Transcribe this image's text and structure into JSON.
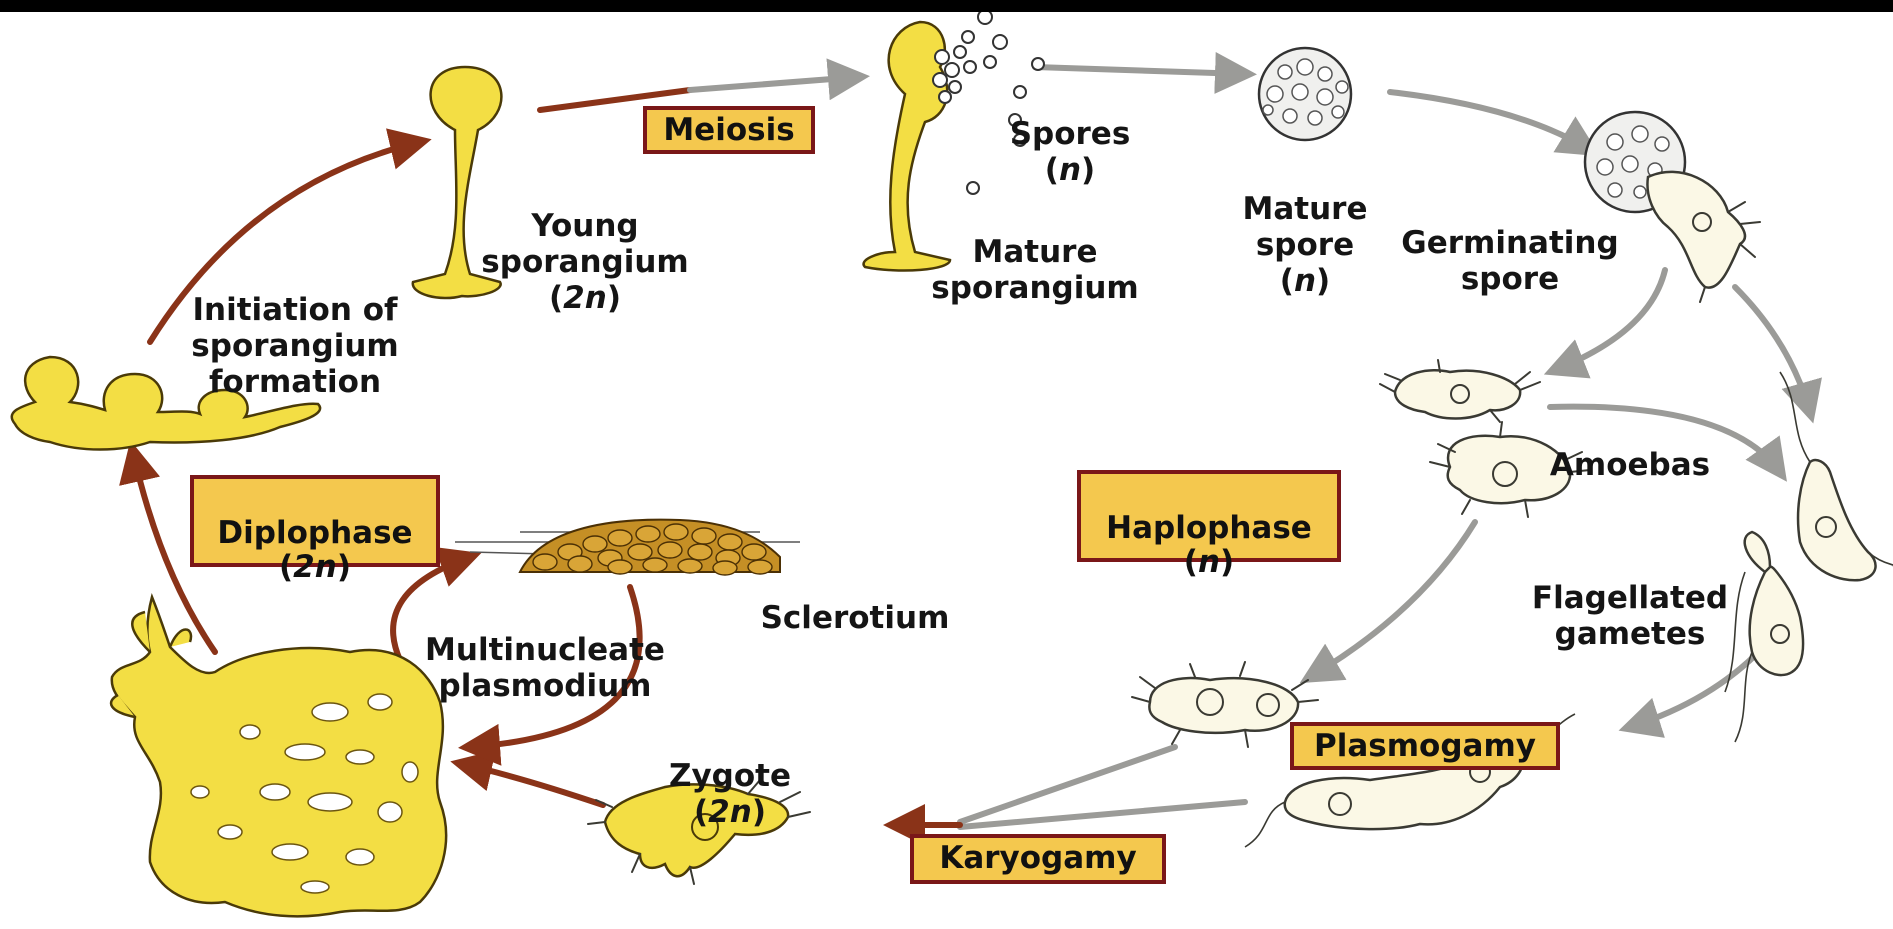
{
  "labels": {
    "spores": "Spores",
    "spores_ploidy": "n",
    "mature_spore": "Mature\nspore",
    "mature_spore_ploidy": "n",
    "germinating_spore": "Germinating\nspore",
    "young_sporangium": "Young\nsporangium",
    "young_sporangium_ploidy": "2n",
    "mature_sporangium": "Mature\nsporangium",
    "initiation": "Initiation of\nsporangium\nformation",
    "amoebas": "Amoebas",
    "flagellated_gametes": "Flagellated\ngametes",
    "sclerotium": "Sclerotium",
    "multinucleate_plasmodium": "Multinucleate\nplasmodium",
    "zygote": "Zygote",
    "zygote_ploidy": "2n"
  },
  "boxes": {
    "meiosis": "Meiosis",
    "diplophase": "Diplophase",
    "diplophase_ploidy": "2n",
    "haplophase": "Haplophase",
    "haplophase_ploidy": "n",
    "plasmogamy": "Plasmogamy",
    "karyogamy": "Karyogamy"
  },
  "colors": {
    "diploid_arrow": "#8a3318",
    "haploid_arrow": "#9b9b98",
    "box_fill": "#f4c84e",
    "box_border": "#7a1718",
    "organism_yellow": "#f3de44",
    "cell_cream": "#fbf8e6"
  }
}
